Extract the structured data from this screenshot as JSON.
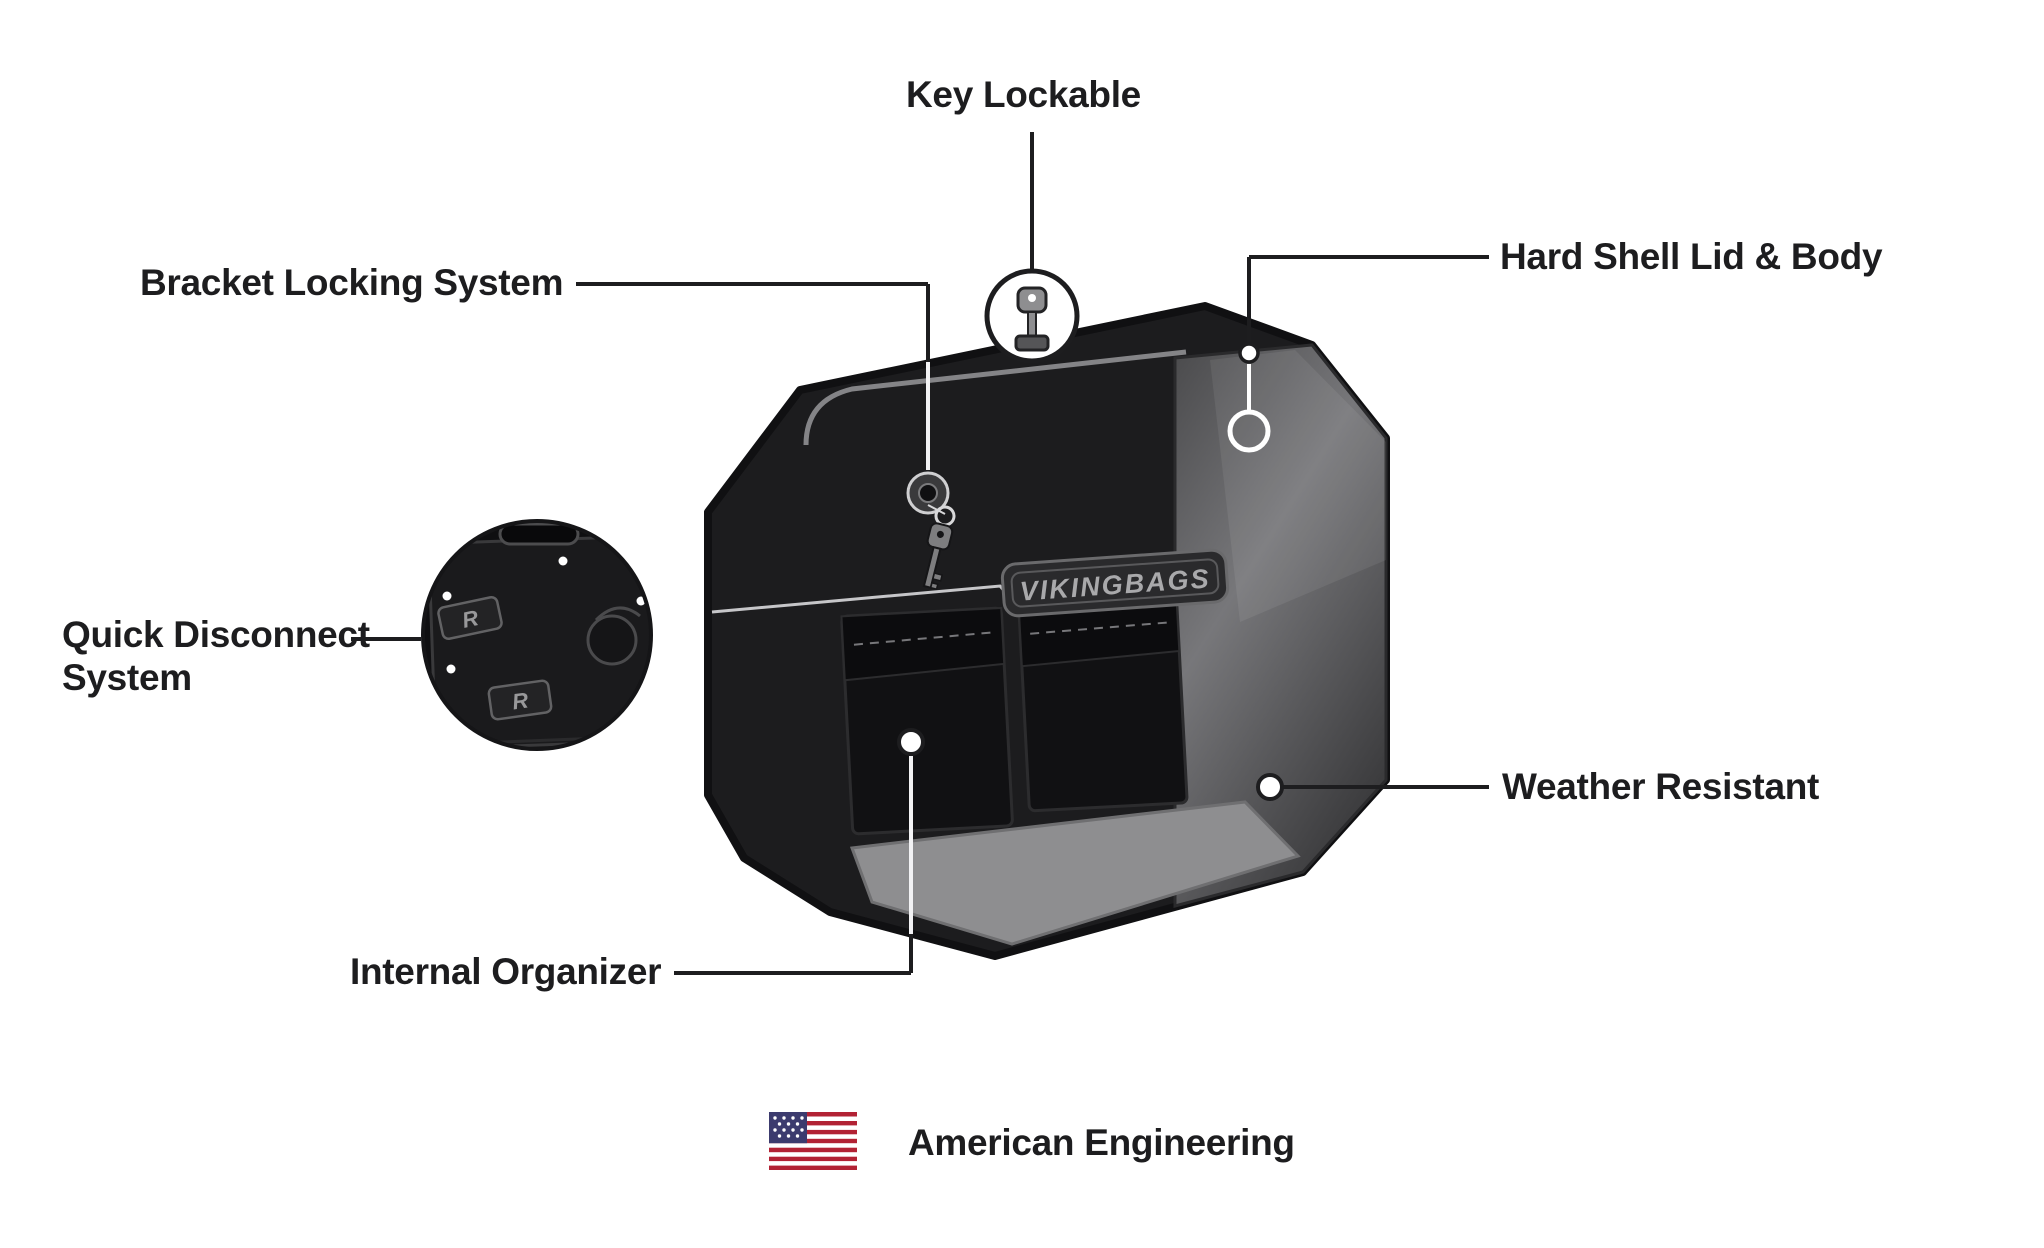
{
  "labels": {
    "key_lockable": "Key Lockable",
    "bracket_locking_system": "Bracket Locking System",
    "hard_shell_lid_body": "Hard Shell Lid & Body",
    "quick_disconnect_1": "Quick Disconnect",
    "quick_disconnect_2": "System",
    "weather_resistant": "Weather Resistant",
    "internal_organizer": "Internal Organizer",
    "american_engineering": "American Engineering"
  },
  "product": {
    "brand_badge": "VIKINGBAGS"
  },
  "inset": {
    "bracket_letter": "R"
  },
  "icons": {
    "key": "key-icon",
    "keyhole": "keyhole-icon",
    "us_flag": "us-flag-icon",
    "quick_disconnect_inset": "quick-disconnect-plate"
  },
  "colors": {
    "text": "#1d1d1f",
    "line": "#1d1d1f",
    "line_on_dark": "#f2f2f4",
    "bag_body": "#1c1c1e",
    "bag_panel_light": "#77777a",
    "interior_gray": "#8e8e90",
    "badge_fill": "#2a2a2c",
    "badge_text": "#a9a9ab",
    "flag_red": "#b22234",
    "flag_blue": "#3c3b6e",
    "marker_white": "#ffffff"
  }
}
